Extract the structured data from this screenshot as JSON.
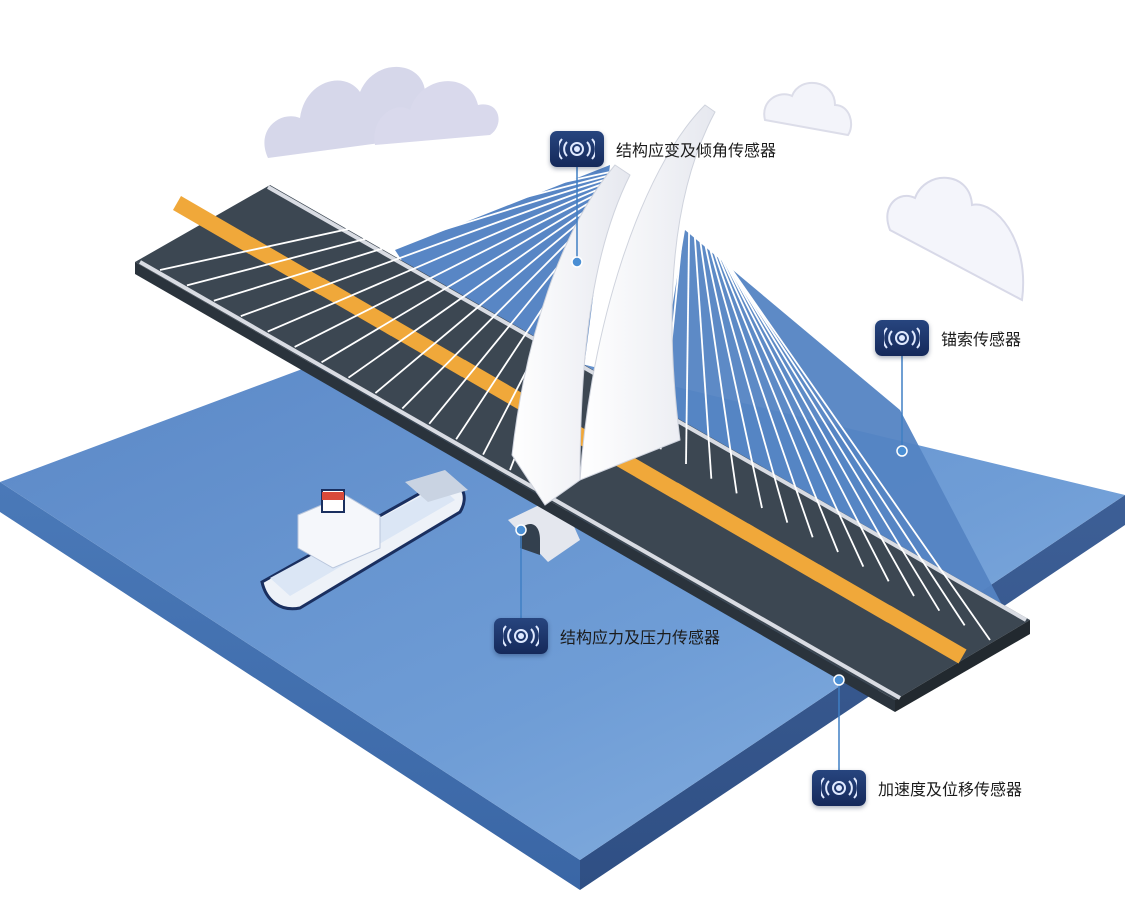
{
  "sensors": [
    {
      "id": "strain",
      "label": "结构应变及倾角传感器",
      "icon": "sensor-signal-icon"
    },
    {
      "id": "cable",
      "label": "锚索传感器",
      "icon": "sensor-signal-icon"
    },
    {
      "id": "stress",
      "label": "结构应力及压力传感器",
      "icon": "sensor-signal-icon"
    },
    {
      "id": "accel",
      "label": "加速度及位移传感器",
      "icon": "sensor-signal-icon"
    }
  ],
  "colors": {
    "water": "#5f8fcd",
    "water_side": "#3f67a3",
    "deck": "#3f4a55",
    "lane_mark": "#f0a83a",
    "cable": "#ffffff",
    "cloud": "#d7d8ec",
    "badge": "#1e3569",
    "leader_line": "#3f7fc4"
  }
}
